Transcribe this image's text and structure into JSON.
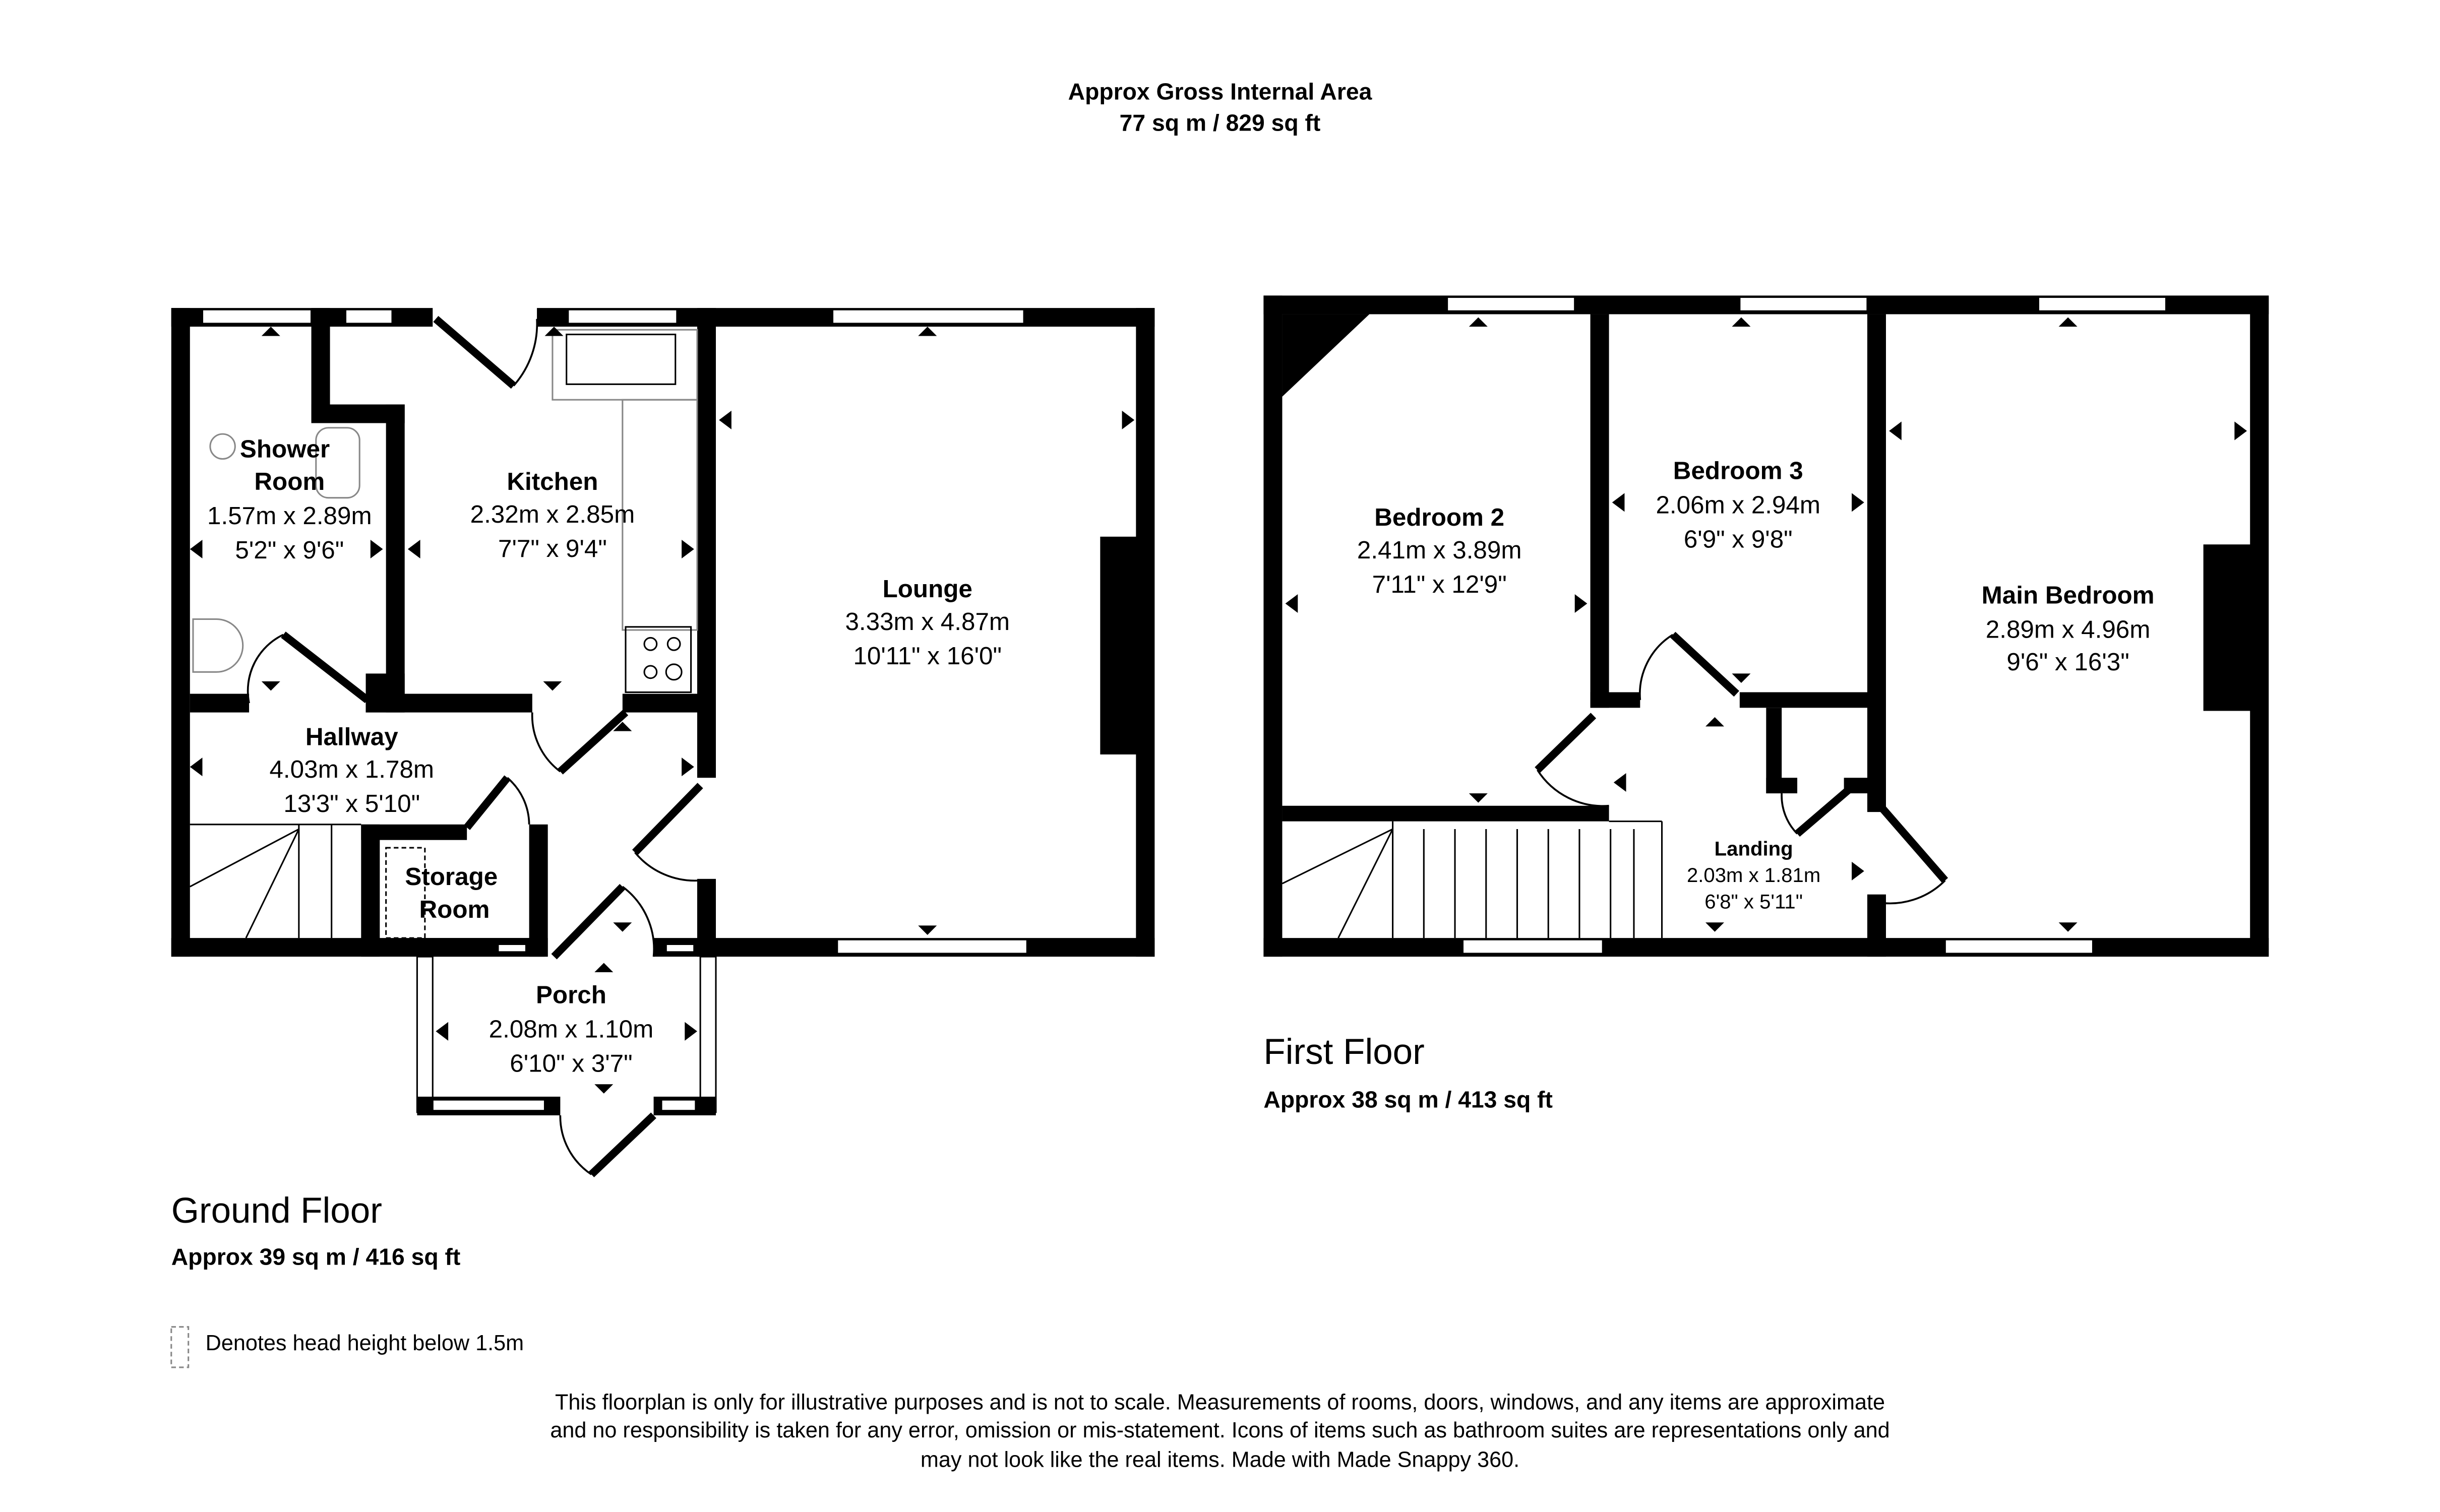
{
  "header": {
    "title": "Approx Gross Internal Area",
    "area": "77 sq m / 829 sq ft"
  },
  "ground_floor": {
    "name": "Ground Floor",
    "area": "Approx 39 sq m / 416 sq ft",
    "rooms": [
      {
        "name": "Shower Room",
        "line1": "Shower",
        "line2": "Room",
        "metric": "1.57m x 2.89m",
        "imperial": "5'2\" x 9'6\""
      },
      {
        "name": "Kitchen",
        "metric": "2.32m x 2.85m",
        "imperial": "7'7\" x 9'4\""
      },
      {
        "name": "Lounge",
        "metric": "3.33m x 4.87m",
        "imperial": "10'11\" x 16'0\""
      },
      {
        "name": "Hallway",
        "metric": "4.03m x 1.78m",
        "imperial": "13'3\" x 5'10\""
      },
      {
        "name": "Storage Room",
        "line1": "Storage",
        "line2": "Room"
      },
      {
        "name": "Porch",
        "metric": "2.08m x 1.10m",
        "imperial": "6'10\" x 3'7\""
      }
    ]
  },
  "first_floor": {
    "name": "First Floor",
    "area": "Approx 38 sq m / 413 sq ft",
    "rooms": [
      {
        "name": "Bedroom 2",
        "metric": "2.41m x 3.89m",
        "imperial": "7'11\" x 12'9\""
      },
      {
        "name": "Bedroom 3",
        "metric": "2.06m x 2.94m",
        "imperial": "6'9\" x 9'8\""
      },
      {
        "name": "Main Bedroom",
        "metric": "2.89m x 4.96m",
        "imperial": "9'6\" x 16'3\""
      },
      {
        "name": "Landing",
        "metric": "2.03m x 1.81m",
        "imperial": "6'8\" x 5'11\""
      }
    ]
  },
  "legend": {
    "text": "Denotes head height below 1.5m"
  },
  "disclaimer": [
    "This floorplan is only for illustrative purposes and is not to scale. Measurements of rooms, doors, windows, and any items are approximate",
    "and no responsibility is taken for any error, omission or mis-statement. Icons of items such as bathroom suites are representations only and",
    "may not look like the real items. Made with Made Snappy 360."
  ]
}
